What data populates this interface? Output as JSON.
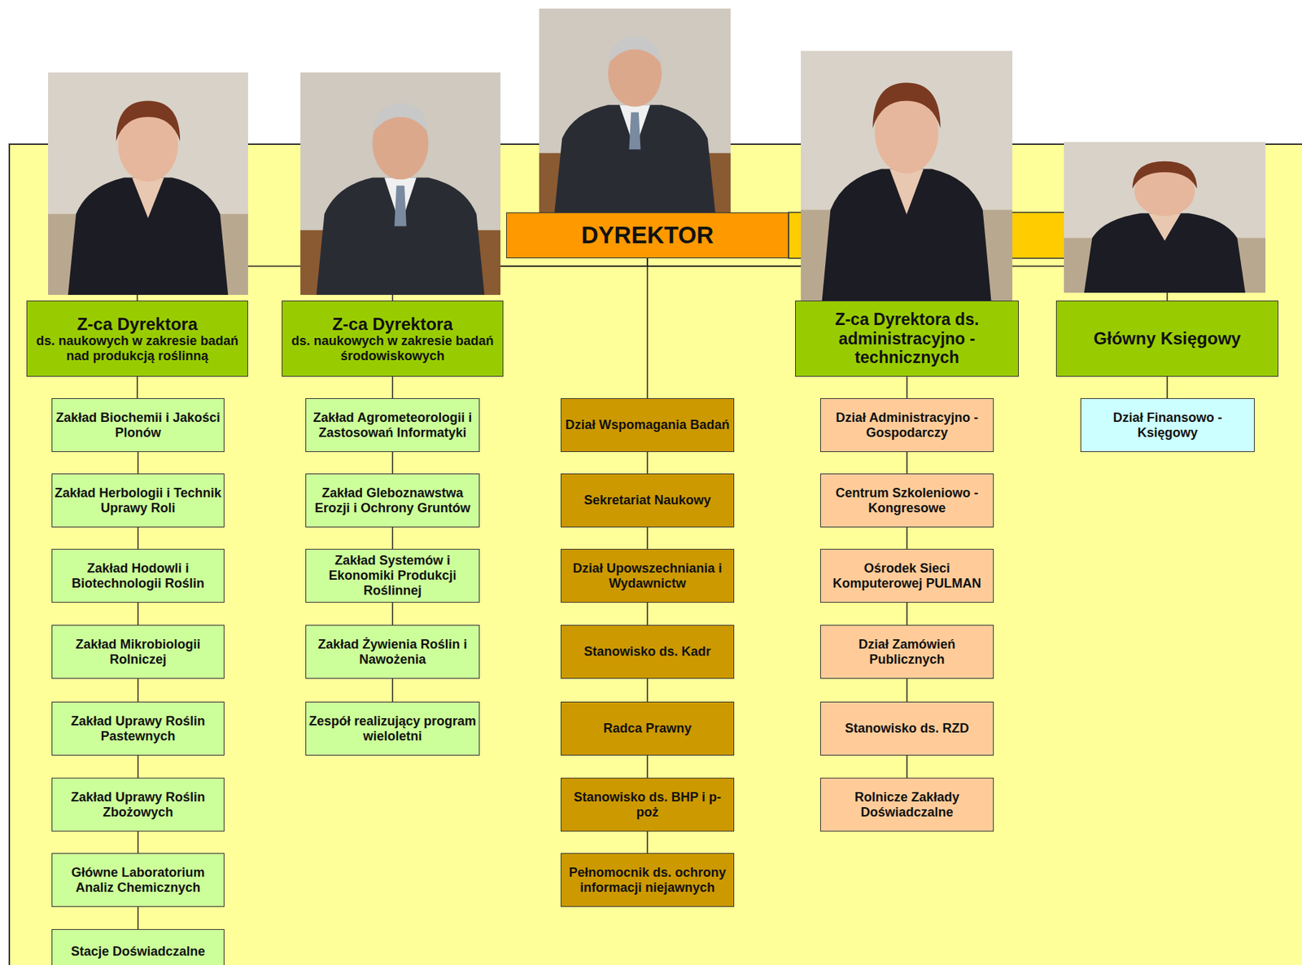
{
  "diagram": {
    "nodes": [
      {
        "text": [
          "DYREKTOR"
        ]
      },
      {
        "text": [
          "Z-ca Dyrektora",
          "ds. naukowych w zakresie badań nad produkcją roślinną"
        ]
      },
      {
        "text": [
          "Z-ca Dyrektora",
          "ds. naukowych w zakresie badań środowiskowych"
        ]
      },
      {
        "text": [
          "Z-ca Dyrektora ds. administracyjno -technicznych"
        ]
      },
      {
        "text": [
          "Główny Księgowy"
        ]
      },
      {
        "text": [
          "Zakład Biochemii i Jakości Plonów"
        ]
      },
      {
        "text": [
          "Zakład Herbologii i Technik Uprawy Roli"
        ]
      },
      {
        "text": [
          "Zakład Hodowli i Biotechnologii Roślin"
        ]
      },
      {
        "text": [
          "Zakład Mikrobiologii Rolniczej"
        ]
      },
      {
        "text": [
          "Zakład Uprawy Roślin Pastewnych"
        ]
      },
      {
        "text": [
          "Zakład Uprawy Roślin Zbożowych"
        ]
      },
      {
        "text": [
          "Główne Laboratorium Analiz Chemicznych"
        ]
      },
      {
        "text": [
          "Stacje Doświadczalne"
        ]
      },
      {
        "text": [
          "Zakład Agrometeorologii i Zastosowań Informatyki"
        ]
      },
      {
        "text": [
          "Zakład Gleboznawstwa Erozji i Ochrony Gruntów"
        ]
      },
      {
        "text": [
          "Zakład Systemów i Ekonomiki Produkcji Roślinnej"
        ]
      },
      {
        "text": [
          "Zakład Żywienia Roślin i Nawożenia"
        ]
      },
      {
        "text": [
          "Zespół realizujący program wieloletni"
        ]
      },
      {
        "text": [
          "Dział Wspomagania Badań"
        ]
      },
      {
        "text": [
          "Sekretariat Naukowy"
        ]
      },
      {
        "text": [
          "Dział Upowszechniania i Wydawnictw"
        ]
      },
      {
        "text": [
          "Stanowisko ds. Kadr"
        ]
      },
      {
        "text": [
          "Radca Prawny"
        ]
      },
      {
        "text": [
          "Stanowisko ds. BHP i p-poż"
        ]
      },
      {
        "text": [
          "Pełnomocnik ds. ochrony informacji niejawnych"
        ]
      },
      {
        "text": [
          "Dział Administracyjno -Gospodarczy"
        ]
      },
      {
        "text": [
          "Centrum Szkoleniowo -Kongresowe"
        ]
      },
      {
        "text": [
          "Ośrodek Sieci Komputerowej PULMAN"
        ]
      },
      {
        "text": [
          "Dział Zamówień Publicznych"
        ]
      },
      {
        "text": [
          "Stanowisko ds. RZD"
        ]
      },
      {
        "text": [
          "Rolnicze Zakłady Doświadczalne"
        ]
      },
      {
        "text": [
          "Dział Finansowo -Księgowy"
        ]
      }
    ],
    "edges": [
      {
        "from": 0,
        "to": 1,
        "arrow": "none"
      },
      {
        "from": 0,
        "to": 2,
        "arrow": "none"
      },
      {
        "from": 0,
        "to": 3,
        "arrow": "none"
      },
      {
        "from": 0,
        "to": 4,
        "arrow": "none"
      },
      {
        "from": 1,
        "to": 5,
        "arrow": "none"
      },
      {
        "from": 5,
        "to": 6,
        "arrow": "none"
      },
      {
        "from": 6,
        "to": 7,
        "arrow": "none"
      },
      {
        "from": 7,
        "to": 8,
        "arrow": "none"
      },
      {
        "from": 8,
        "to": 9,
        "arrow": "none"
      },
      {
        "from": 9,
        "to": 10,
        "arrow": "none"
      },
      {
        "from": 10,
        "to": 11,
        "arrow": "none"
      },
      {
        "from": 11,
        "to": 12,
        "arrow": "none"
      },
      {
        "from": 2,
        "to": 13,
        "arrow": "none"
      },
      {
        "from": 13,
        "to": 14,
        "arrow": "none"
      },
      {
        "from": 14,
        "to": 15,
        "arrow": "none"
      },
      {
        "from": 15,
        "to": 16,
        "arrow": "none"
      },
      {
        "from": 16,
        "to": 17,
        "arrow": "none"
      },
      {
        "from": 0,
        "to": 18,
        "arrow": "none"
      },
      {
        "from": 18,
        "to": 19,
        "arrow": "none"
      },
      {
        "from": 19,
        "to": 20,
        "arrow": "none"
      },
      {
        "from": 20,
        "to": 21,
        "arrow": "none"
      },
      {
        "from": 21,
        "to": 22,
        "arrow": "none"
      },
      {
        "from": 22,
        "to": 23,
        "arrow": "none"
      },
      {
        "from": 23,
        "to": 24,
        "arrow": "none"
      },
      {
        "from": 3,
        "to": 25,
        "arrow": "none"
      },
      {
        "from": 25,
        "to": 26,
        "arrow": "none"
      },
      {
        "from": 26,
        "to": 27,
        "arrow": "none"
      },
      {
        "from": 27,
        "to": 28,
        "arrow": "none"
      },
      {
        "from": 28,
        "to": 29,
        "arrow": "none"
      },
      {
        "from": 29,
        "to": 30,
        "arrow": "none"
      },
      {
        "from": 4,
        "to": 31,
        "arrow": "none"
      }
    ]
  }
}
